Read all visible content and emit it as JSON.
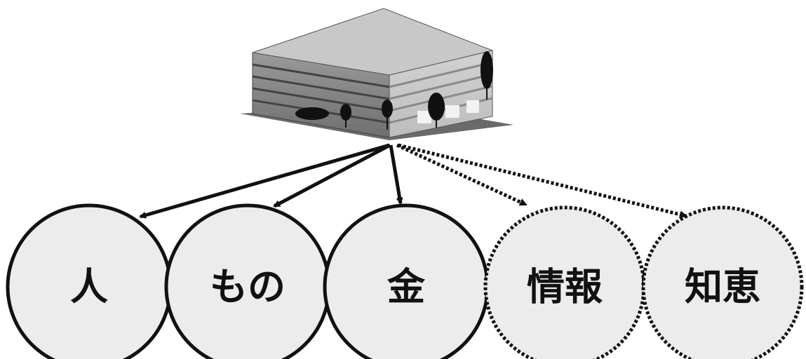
{
  "diagram": {
    "resources": [
      {
        "label": "人",
        "style": "solid"
      },
      {
        "label": "もの",
        "style": "solid"
      },
      {
        "label": "金",
        "style": "solid"
      },
      {
        "label": "情報",
        "style": "dotted"
      },
      {
        "label": "知恵",
        "style": "dotted"
      }
    ]
  }
}
